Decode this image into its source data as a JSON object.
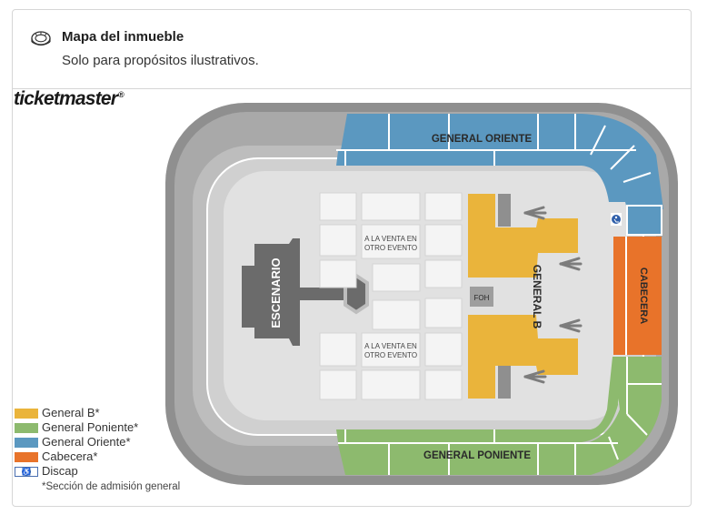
{
  "header": {
    "title": "Mapa del inmueble",
    "subtitle": "Solo para propósitos ilustrativos.",
    "icon": "stadium-icon"
  },
  "logo": {
    "text": "ticketmaster",
    "mark": "®"
  },
  "map": {
    "sections": {
      "general_oriente": "GENERAL ORIENTE",
      "general_poniente": "GENERAL PONIENTE",
      "cabecera": "CABECERA",
      "general_b": "GENERAL B",
      "escenario": "ESCENARIO",
      "foh": "FOH",
      "otro_evento_top_1": "A LA VENTA EN",
      "otro_evento_top_2": "OTRO EVENTO",
      "otro_evento_bottom_1": "A LA VENTA EN",
      "otro_evento_bottom_2": "OTRO EVENTO"
    },
    "colors": {
      "general_b": "#eab43b",
      "general_poniente": "#8dba6e",
      "general_oriente": "#5b98c0",
      "cabecera": "#e8732a",
      "stage": "#6b6b6b",
      "unavailable": "#a8a8a8",
      "floor": "#e1e1e1"
    }
  },
  "legend": {
    "items": [
      {
        "label": "General B*",
        "color": "#eab43b"
      },
      {
        "label": "General Poniente*",
        "color": "#8dba6e"
      },
      {
        "label": "General Oriente*",
        "color": "#5b98c0"
      },
      {
        "label": "Cabecera*",
        "color": "#e8732a"
      },
      {
        "label": "Discap",
        "icon": "wheelchair-icon"
      }
    ],
    "note": "*Sección de admisión general"
  }
}
